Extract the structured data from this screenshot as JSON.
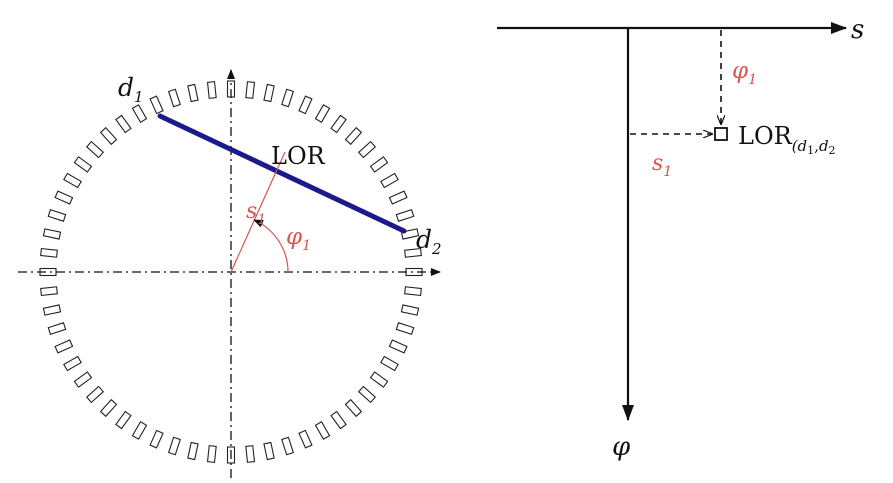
{
  "left_panel": {
    "detector_1": {
      "symbol": "d",
      "subscript": "1"
    },
    "detector_2": {
      "symbol": "d",
      "subscript": "2"
    },
    "lor_label": "LOR",
    "s_label": {
      "symbol": "s",
      "subscript": "1"
    },
    "phi_label": {
      "symbol": "φ",
      "subscript": "1"
    },
    "detector_count": 60
  },
  "right_panel": {
    "s_axis_label": "s",
    "phi_axis_label": "φ",
    "phi_marker": {
      "symbol": "φ",
      "subscript": "1"
    },
    "s_marker": {
      "symbol": "s",
      "subscript": "1"
    },
    "lor_point_label": {
      "prefix": "LOR",
      "subscript": "(d",
      "sub_1": "1",
      "comma": ",",
      "sub_d": "d",
      "sub_2": "2"
    }
  },
  "colors": {
    "lor_line": "#1a1a8c",
    "red_annotation": "#d9534f",
    "ink": "#111111"
  }
}
